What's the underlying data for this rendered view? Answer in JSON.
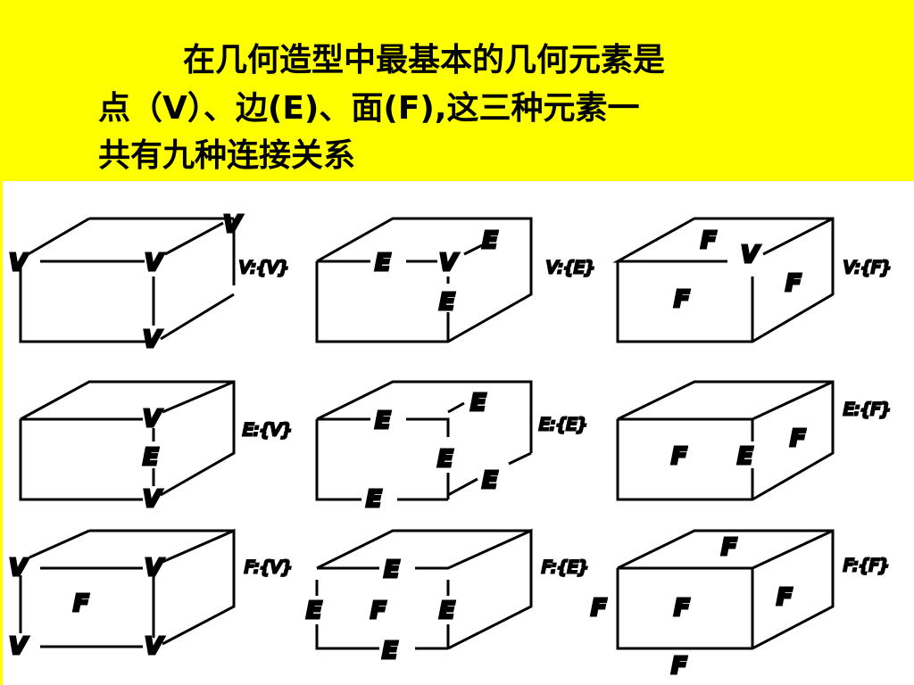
{
  "slide": {
    "title_lines": [
      "在几何造型中最基本的几何元素是",
      "点（V）、边(E)、面(F),这三种元素一",
      "共有九种连接关系"
    ],
    "header_color": "#ffff00"
  },
  "relations": [
    {
      "id": "vv",
      "tag": "V:{V}"
    },
    {
      "id": "ve",
      "tag": "V:{E}"
    },
    {
      "id": "vf",
      "tag": "V:{F}"
    },
    {
      "id": "ev",
      "tag": "E:{V}"
    },
    {
      "id": "ee",
      "tag": "E:{E}"
    },
    {
      "id": "ef",
      "tag": "E:{F}"
    },
    {
      "id": "fv",
      "tag": "F:{V}"
    },
    {
      "id": "fe",
      "tag": "F:{E}"
    },
    {
      "id": "ff",
      "tag": "F:{F}"
    }
  ],
  "symbols": {
    "vertex": "V",
    "edge": "E",
    "face": "F"
  }
}
